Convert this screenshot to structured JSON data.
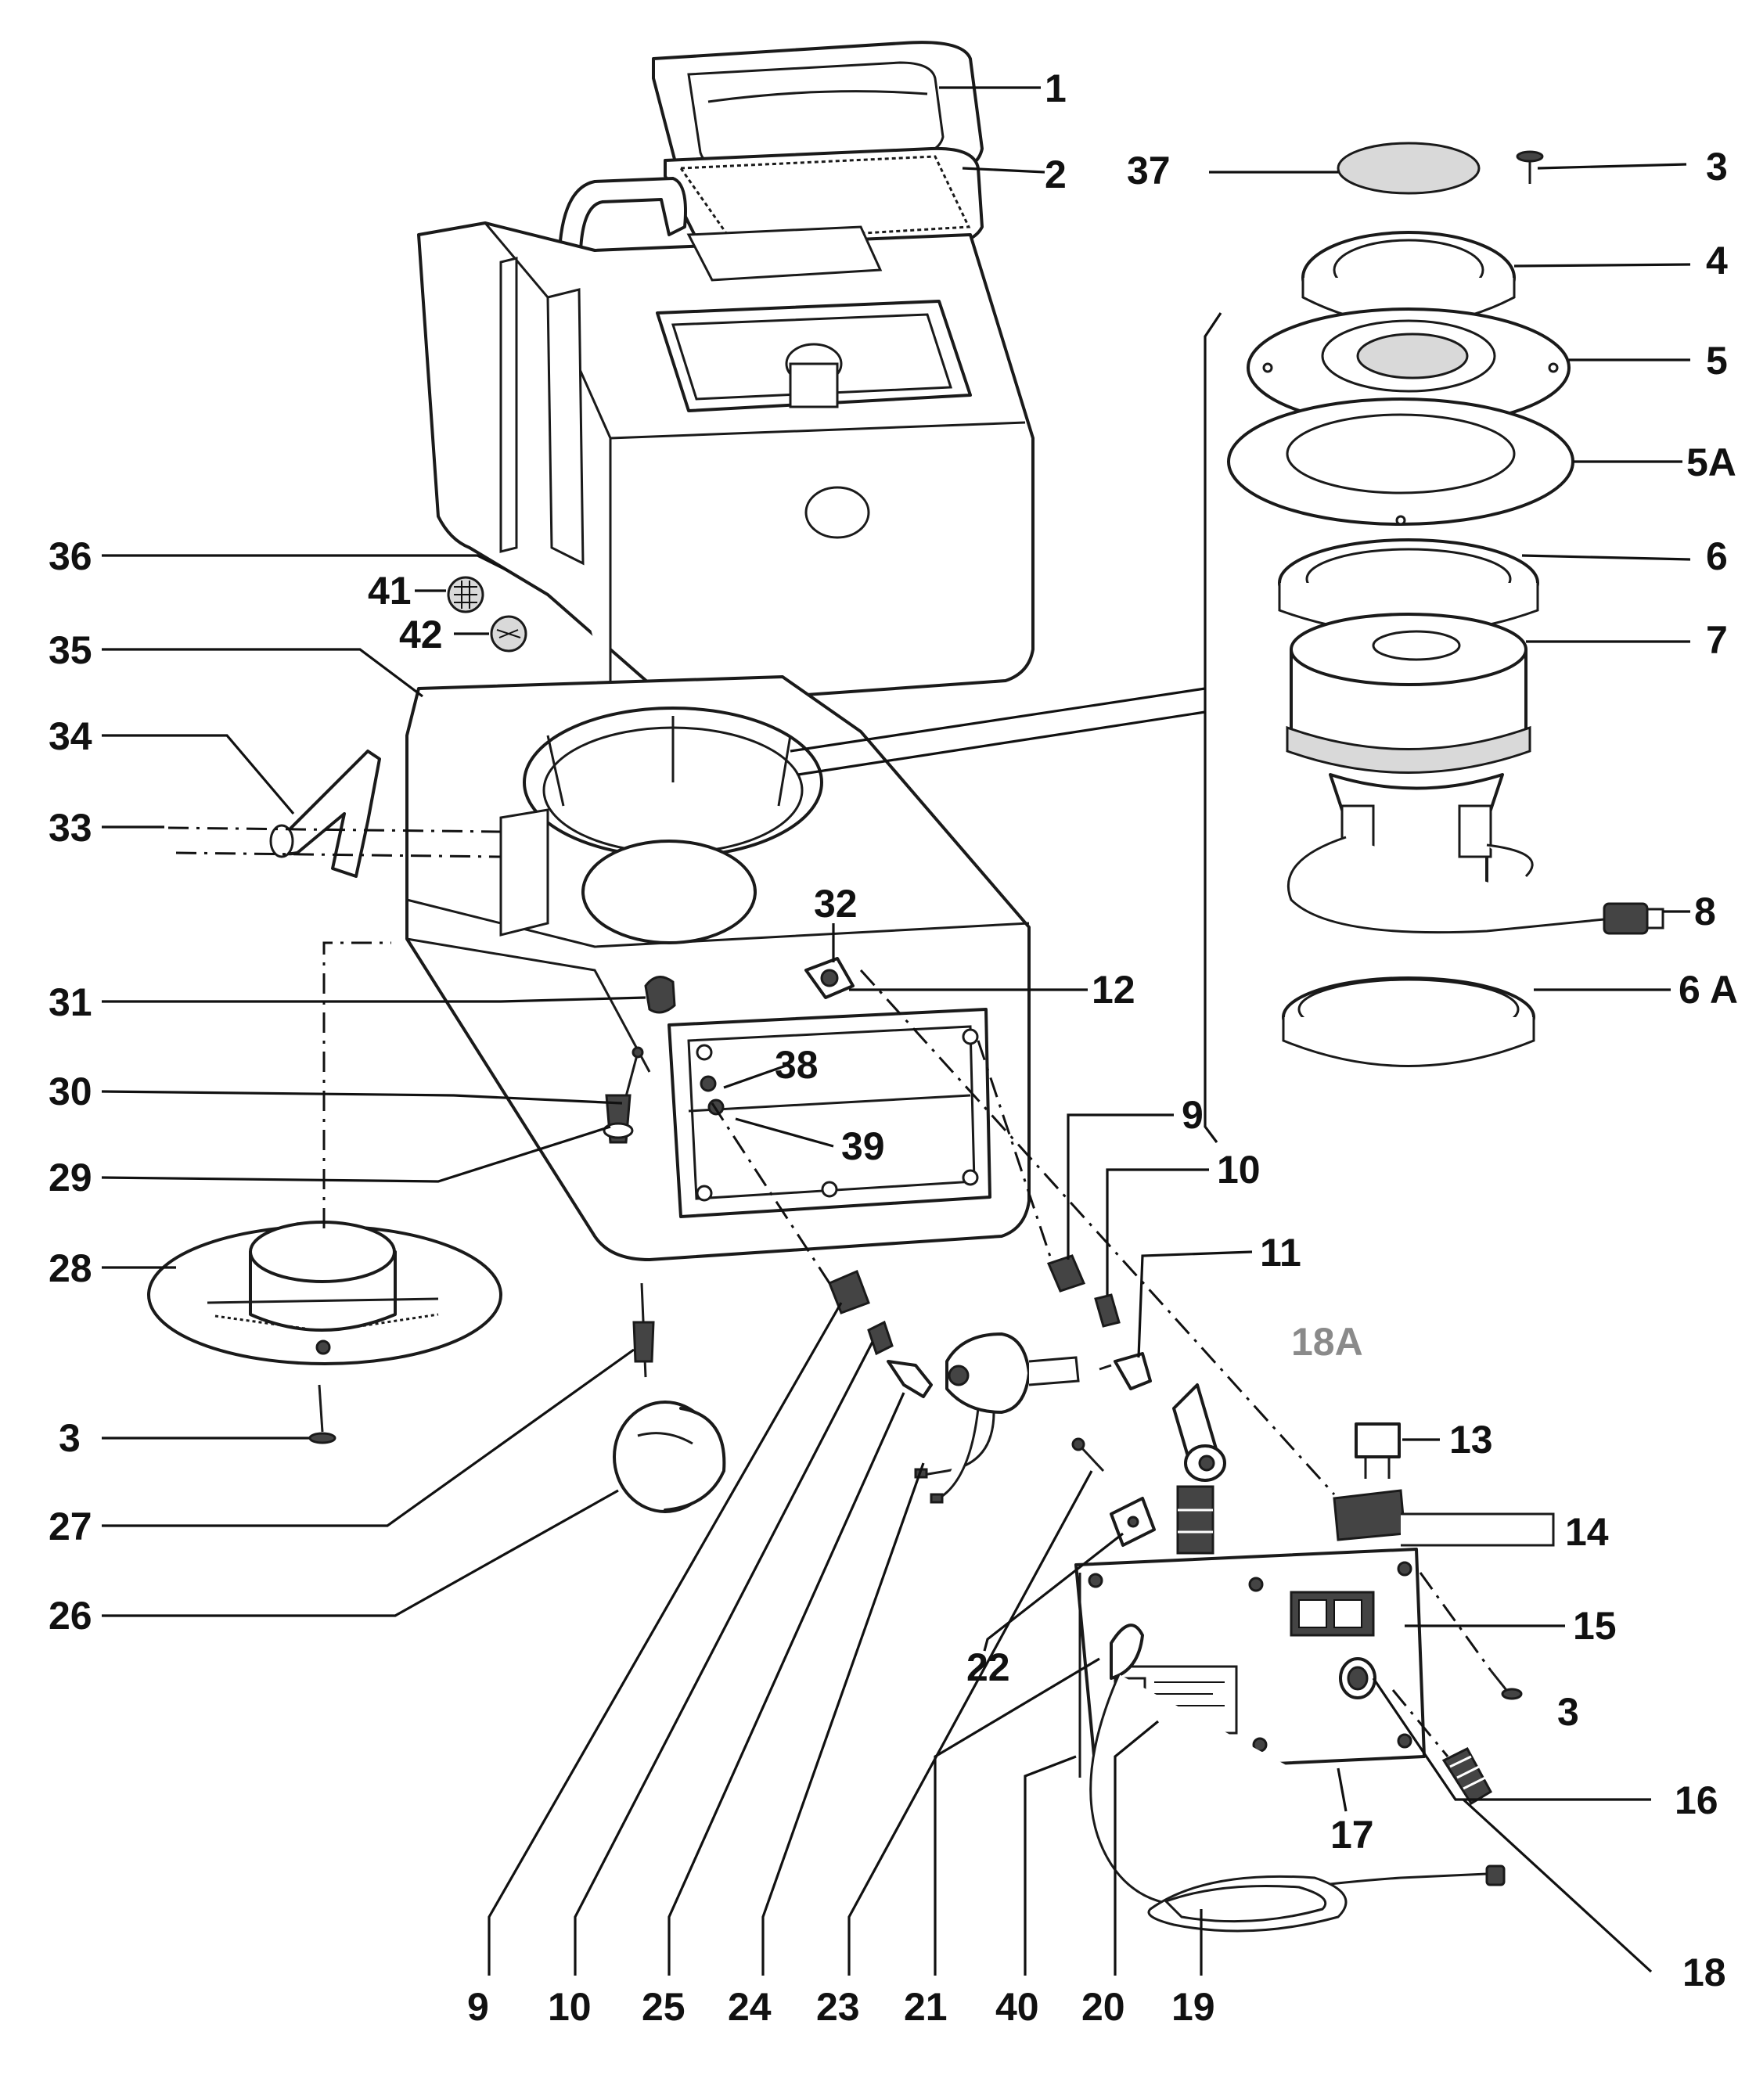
{
  "callouts": {
    "c1": "1",
    "c2": "2",
    "c3_top": "3",
    "c37": "37",
    "c4": "4",
    "c5": "5",
    "c5A": "5A",
    "c6": "6",
    "c7": "7",
    "c8": "8",
    "c6A": "6 A",
    "c36": "36",
    "c41": "41",
    "c42": "42",
    "c35": "35",
    "c34": "34",
    "c33": "33",
    "c32": "32",
    "c12": "12",
    "c31": "31",
    "c38": "38",
    "c30": "30",
    "c39": "39",
    "c29": "29",
    "c9_right": "9",
    "c10_right": "10",
    "c11": "11",
    "c28": "28",
    "c18A": "18A",
    "c3_left": "3",
    "c13": "13",
    "c14": "14",
    "c27": "27",
    "c15": "15",
    "c26": "26",
    "c22": "22",
    "c3_right": "3",
    "c16": "16",
    "c17": "17",
    "c18": "18",
    "c9_bottom": "9",
    "c10_bottom": "10",
    "c25": "25",
    "c24": "24",
    "c23": "23",
    "c21": "21",
    "c40": "40",
    "c20": "20",
    "c19": "19"
  },
  "colors": {
    "ink": "#111111",
    "paper": "#ffffff",
    "label_18A": "#8a8a8a"
  }
}
